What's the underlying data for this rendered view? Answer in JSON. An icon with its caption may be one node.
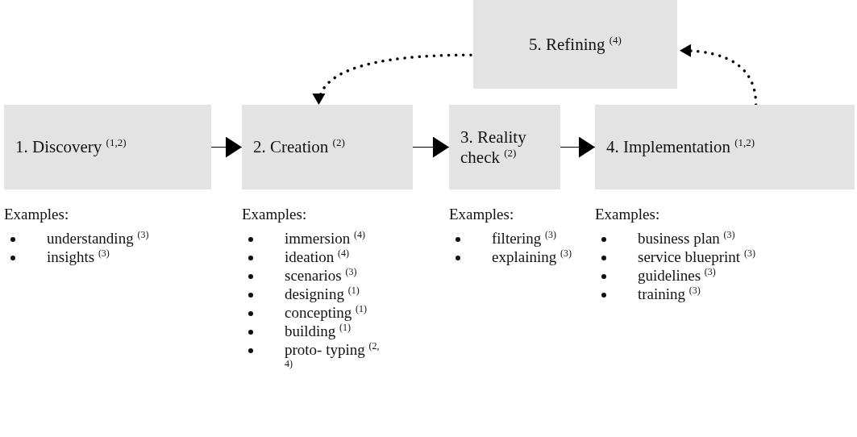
{
  "diagram": {
    "nodes": [
      {
        "text": [
          "1. Discovery $^{(1,2)}$"
        ],
        "beside": [
          "Examples:",
          "understanding $^{(3)}$",
          "insights $^{(3)}$"
        ]
      },
      {
        "text": [
          "2. Creation $^{(2)}$"
        ],
        "beside": [
          "Examples:",
          "immersion $^{(4)}$",
          "ideation $^{(4)}$",
          "scenarios $^{(3)}$",
          "designing $^{(1)}$",
          "concepting $^{(1)}$",
          "building $^{(1)}$",
          "proto- typing $^{(2, 4)}$"
        ]
      },
      {
        "text": [
          "3. Reality check $^{(2)}$"
        ],
        "beside": [
          "Examples:",
          "filtering $^{(3)}$",
          "explaining $^{(3)}$"
        ]
      },
      {
        "text": [
          "4. Implementation $^{(1,2)}$"
        ],
        "beside": [
          "Examples:",
          "business plan $^{(3)}$",
          "service blueprint $^{(3)}$",
          "guidelines $^{(3)}$",
          "training $^{(3)}$"
        ]
      },
      {
        "text": [
          "5. Refining $^{(4)}$"
        ]
      }
    ],
    "edges": [
      {
        "from": 0,
        "to": 1,
        "arrow": "to"
      },
      {
        "from": 1,
        "to": 2,
        "arrow": "to"
      },
      {
        "from": 2,
        "to": 3,
        "arrow": "to"
      },
      {
        "from": 3,
        "to": 4,
        "arrow": "to",
        "style": "dashed"
      },
      {
        "from": 4,
        "to": 1,
        "arrow": "to",
        "style": "dashed"
      }
    ]
  }
}
